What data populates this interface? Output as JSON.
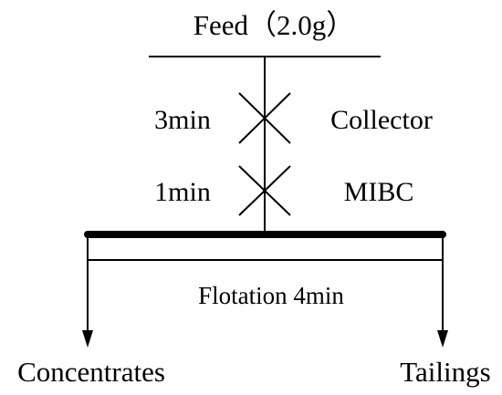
{
  "diagram": {
    "feed_label": "Feed（2.0g）",
    "steps": [
      {
        "time": "3min",
        "reagent": "Collector"
      },
      {
        "time": "1min",
        "reagent": "MIBC"
      }
    ],
    "flotation_label": "Flotation  4min",
    "outputs": {
      "left": "Concentrates",
      "right": "Tailings"
    }
  }
}
